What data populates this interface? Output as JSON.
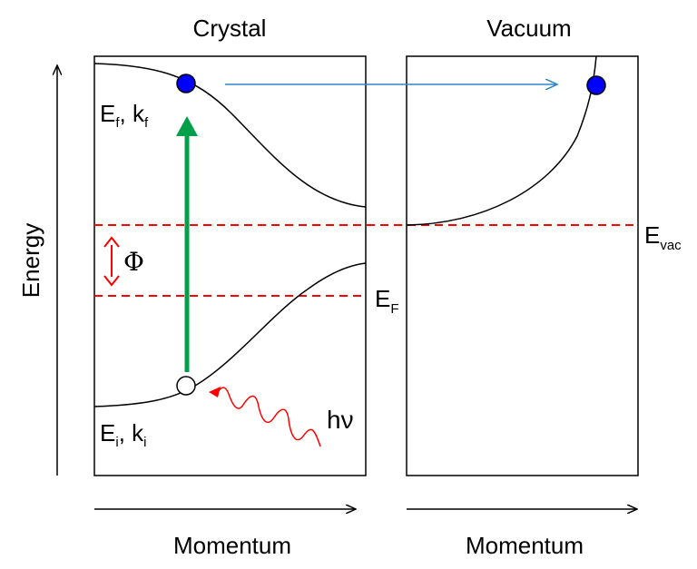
{
  "titles": {
    "left": "Crystal",
    "right": "Vacuum"
  },
  "axes": {
    "y_label": "Energy",
    "x_label_left": "Momentum",
    "x_label_right": "Momentum"
  },
  "states": {
    "final": {
      "E": "E",
      "E_sub": "f",
      "sep": ", ",
      "k": "k",
      "k_sub": "f"
    },
    "initial": {
      "E": "E",
      "E_sub": "i",
      "sep": ", ",
      "k": "k",
      "k_sub": "i"
    }
  },
  "levels": {
    "fermi": {
      "main": "E",
      "sub": "F"
    },
    "vacuum": {
      "main": "E",
      "sub": "vac"
    }
  },
  "work_function": "Φ",
  "photon": "hν",
  "colors": {
    "green_arrow": "#00a04a",
    "red": "#ff0000",
    "blue_arrow": "#2e86c8",
    "electron_fill": "#0000ff",
    "hole_fill": "#ffffff",
    "curve": "#000000"
  },
  "icons": {
    "electron": "filled-blue-circle",
    "hole": "hollow-circle",
    "photon": "red-wavy-arrow"
  }
}
